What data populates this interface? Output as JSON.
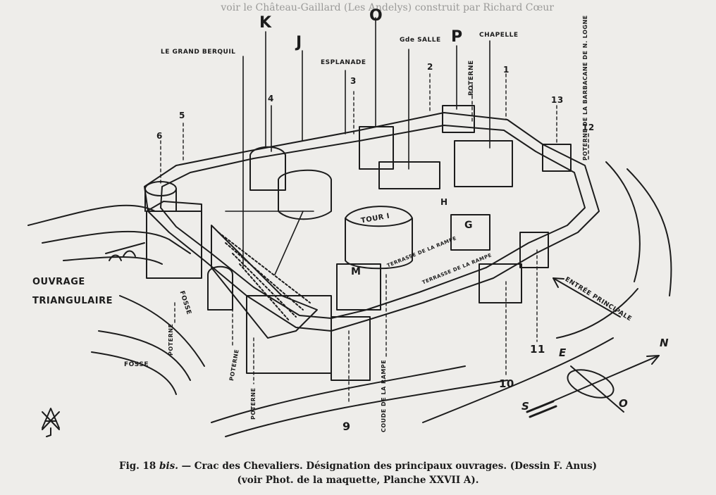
{
  "header_text": "voir le Château-Gaillard (Les Andelys) construit par Richard Cœur",
  "labels": {
    "K": "K",
    "J": "J",
    "O": "O",
    "P": "P",
    "le_grand_berquil": "LE GRAND BERQUIL",
    "esplanade": "ESPLANADE",
    "grande_salle": "Gde SALLE",
    "chapelle": "CHAPELLE",
    "poterne_top": "POTERNE",
    "poterne_barbacane": "POTERNE DE LA BARBACANE DE N. LOGNE",
    "n1": "1",
    "n2": "2",
    "n3": "3",
    "n4": "4",
    "n5": "5",
    "n6": "6",
    "n9": "9",
    "n10": "10",
    "n11": "11",
    "n12": "12",
    "n13": "13",
    "ouvrage": "OUVRAGE",
    "triangulaire": "TRIANGULAIRE",
    "entree_principale": "ENTRÉE PRINCIPALE",
    "tour_i": "TOUR I",
    "terrasse_rampe_1": "TERRASSE DE LA RAMPE",
    "terrasse_rampe_2": "TERRASSE DE LA RAMPE",
    "m": "M",
    "g": "G",
    "h": "H",
    "fosse_1": "FOSSE",
    "fosse_2": "FOSSE",
    "poterne_bottom_1": "POTERNE",
    "poterne_bottom_2": "POTERNE",
    "poterne_bottom_3": "POTERNE",
    "coude_rampe": "COUDE DE LA RAMPE",
    "compass_n": "N",
    "compass_e": "E",
    "compass_s": "S",
    "compass_o": "O"
  },
  "caption": {
    "prefix": "Fig. 18 ",
    "bis": "bis.",
    "line1": " — Crac des Chevaliers. Désignation des principaux ouvrages. (Dessin F. Anus)",
    "line2": "(voir Phot. de la maquette, Planche XXVII A)."
  }
}
